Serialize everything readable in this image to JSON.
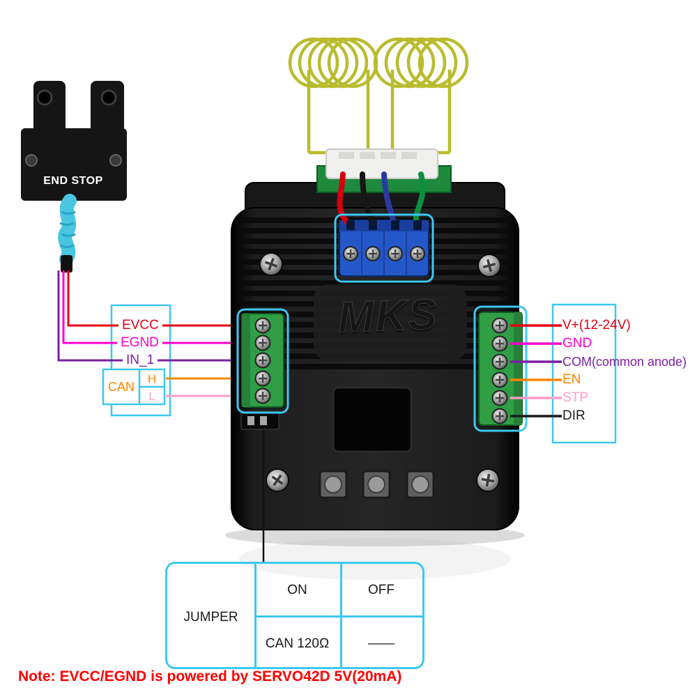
{
  "endstop": {
    "label": "END STOP"
  },
  "motor": {
    "brand": "MKS"
  },
  "left_panel": {
    "evcc": "EVCC",
    "egnd": "EGND",
    "in1": "IN_1",
    "can": "CAN",
    "h": "H",
    "l": "L"
  },
  "right_panel": {
    "vplus": "V+(12-24V)",
    "gnd": "GND",
    "com": "COM(common anode)",
    "en": "EN",
    "stp": "STP",
    "dir": "DIR"
  },
  "jumper_table": {
    "jumper": "JUMPER",
    "on": "ON",
    "off": "OFF",
    "can_120": "CAN 120Ω",
    "dash": "——"
  },
  "note": "Note: EVCC/EGND is powered by SERVO42D 5V(20mA)",
  "colors": {
    "highlight_cyan": "#3cc8f2",
    "wire_red": "#e60012",
    "wire_magenta": "#ff00cc",
    "wire_purple": "#7a1fa2",
    "wire_orange": "#ff8400",
    "wire_pink": "#ff9ec8",
    "wire_black": "#1a1a1a",
    "wire_blue": "#2b3a9e",
    "wire_green": "#0d8f3f",
    "coil_olive": "#b9bc2e",
    "cable_cyan": "#4ac6e2",
    "note_red": "#ff0000"
  }
}
